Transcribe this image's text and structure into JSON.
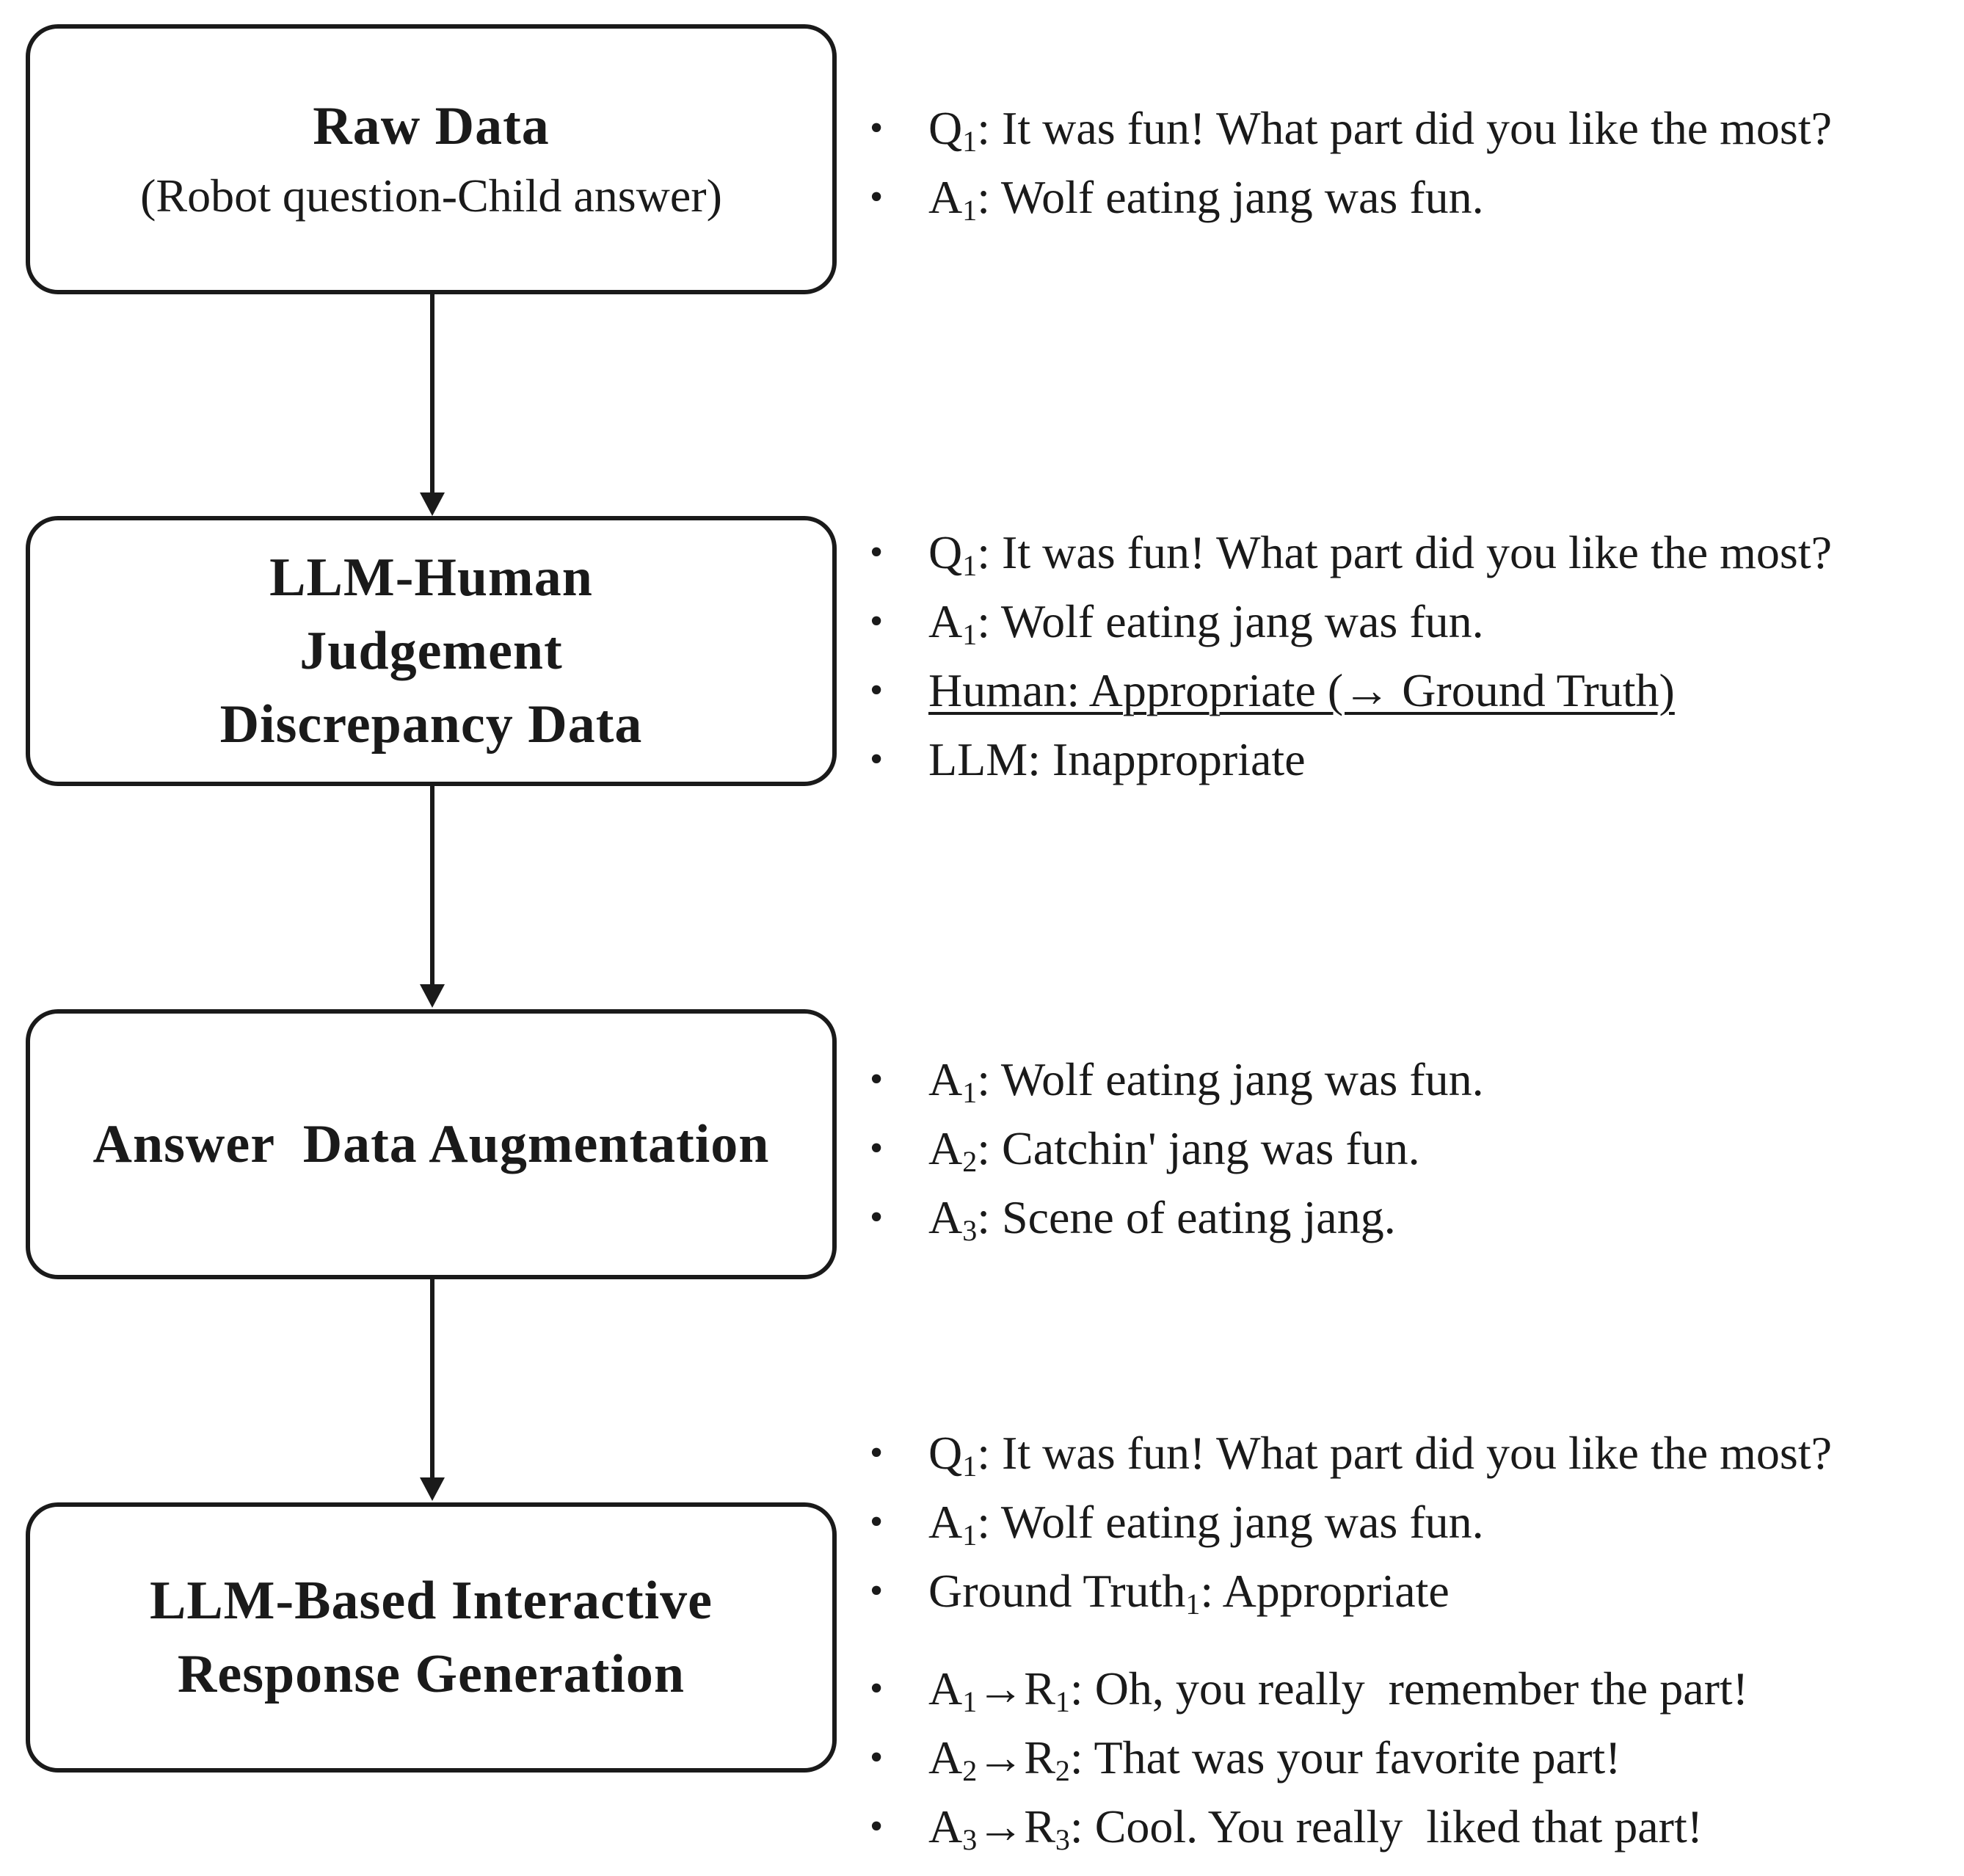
{
  "steps": [
    {
      "title": "Raw Data",
      "subtitle": "(Robot question-Child answer)"
    },
    {
      "title_lines": [
        "LLM-Human",
        "Judgement",
        "Discrepancy  Data"
      ]
    },
    {
      "title": "Answer  Data Augmentation"
    },
    {
      "title_lines": [
        "LLM-Based Interactive",
        "Response Generation"
      ]
    }
  ],
  "notes": {
    "raw": [
      {
        "label": "Q",
        "sub": "1",
        "text": ": It was fun! What part did you like the most?"
      },
      {
        "label": "A",
        "sub": "1",
        "text": ": Wolf eating jang was fun."
      }
    ],
    "discrepancy": [
      {
        "label": "Q",
        "sub": "1",
        "text": ": It was fun! What part did you like the most?"
      },
      {
        "label": "A",
        "sub": "1",
        "text": ": Wolf eating jang was fun."
      },
      {
        "text": "Human: Appropriate (→ Ground Truth)"
      },
      {
        "text": "LLM: Inappropriate"
      }
    ],
    "augmentation": [
      {
        "label": "A",
        "sub": "1",
        "text": ": Wolf eating jang was fun."
      },
      {
        "label": "A",
        "sub": "2",
        "text": ": Catchin' jang was fun."
      },
      {
        "label": "A",
        "sub": "3",
        "text": ": Scene of eating jang."
      }
    ],
    "generation_input": [
      {
        "label": "Q",
        "sub": "1",
        "text": ": It was fun! What part did you like the most?"
      },
      {
        "label": "A",
        "sub": "1",
        "text": ": Wolf eating jang was fun."
      },
      {
        "label": "Ground Truth",
        "sub": "1",
        "text": ": Appropriate"
      }
    ],
    "generation_output": [
      {
        "label": "A",
        "sub": "1",
        "mid": "→R",
        "sub2": "1",
        "text": ": Oh, you really  remember the part!"
      },
      {
        "label": "A",
        "sub": "2",
        "mid": "→R",
        "sub2": "2",
        "text": ": That was your favorite part!"
      },
      {
        "label": "A",
        "sub": "3",
        "mid": "→R",
        "sub2": "3",
        "text": ": Cool. You really  liked that part!"
      }
    ]
  },
  "bullet_glyph": "•"
}
